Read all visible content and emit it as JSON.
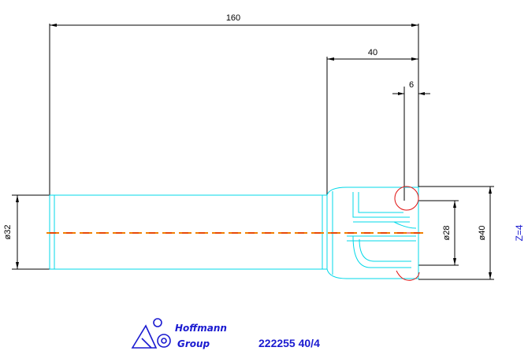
{
  "dimensions": {
    "overall_length": "160",
    "head_length": "40",
    "slot_width": "6",
    "shank_diameter": "ø32",
    "core_diameter": "ø28",
    "head_diameter": "ø40",
    "teeth": "Z=4"
  },
  "title_block": {
    "brand_line1": "Hoffmann",
    "brand_line2": "Group",
    "part_number": "222255 40/4"
  },
  "colors": {
    "outline": "#00d8e8",
    "dimension": "#000000",
    "cutter": "#e01010",
    "centerline_orange": "#f08000",
    "centerline_red": "#e01010",
    "annotation": "#1a1ad0"
  }
}
